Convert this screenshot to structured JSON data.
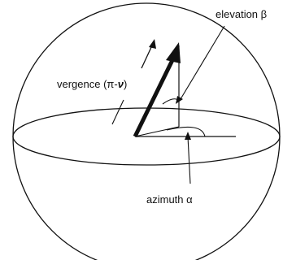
{
  "labels": {
    "elevation": "elevation β",
    "vergence_prefix": "vergence (π-",
    "vergence_symbol": "ν",
    "vergence_suffix": ")",
    "azimuth": "azimuth α"
  },
  "colors": {
    "stroke": "#111111",
    "background": "#ffffff"
  }
}
